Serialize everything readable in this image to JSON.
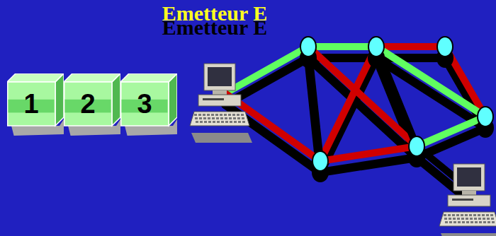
{
  "diagram": {
    "title": "Emetteur E",
    "nodes": [
      {
        "text": [
          "1"
        ]
      },
      {
        "text": [
          "2"
        ]
      },
      {
        "text": [
          "3"
        ]
      }
    ]
  }
}
